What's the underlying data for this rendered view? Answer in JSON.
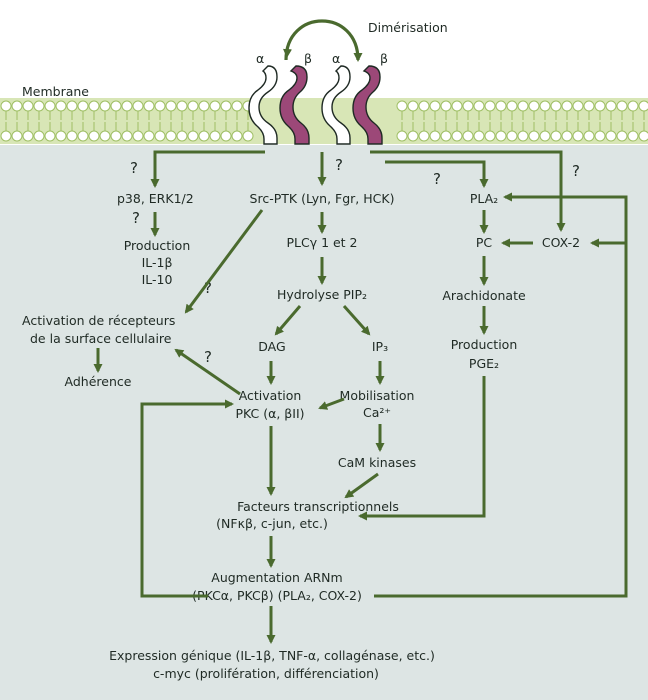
{
  "header": {
    "dimerisation": "Dimérisation",
    "membrane": "Membrane"
  },
  "receptor": {
    "alpha": "α",
    "beta": "β"
  },
  "question_mark": "?",
  "nodes": {
    "p38": "p38, ERK1/2",
    "production_l1": "Production",
    "production_l2": "IL-1β",
    "production_l3": "IL-10",
    "src": "Src-PTK (Lyn, Fgr, HCK)",
    "plcg": "PLCγ 1 et 2",
    "hydrolyse": "Hydrolyse PIP₂",
    "dag": "DAG",
    "ip3": "IP₃",
    "activation_rec_l1": "Activation de récepteurs",
    "activation_rec_l2": "de la surface cellulaire",
    "adherence": "Adhérence",
    "activation_pkc_l1": "Activation",
    "activation_pkc_l2": "PKC (α, βII)",
    "mobilisation_l1": "Mobilisation",
    "mobilisation_l2": "Ca²⁺",
    "cam": "CaM kinases",
    "pla2": "PLA₂",
    "pc": "PC",
    "cox2": "COX-2",
    "arachidonate": "Arachidonate",
    "production_pge_l1": "Production",
    "production_pge_l2": "PGE₂",
    "facteurs_l1": "Facteurs transcriptionnels",
    "facteurs_l2": "(NFκβ, c-jun, etc.)",
    "augmentation_l1": "Augmentation ARNm",
    "augmentation_l2": "(PKCα, PKCβ) (PLA₂, COX-2)",
    "expression_l1": "Expression génique (IL-1β, TNF-α, collagénase, etc.)",
    "expression_l2": "c-myc (prolifération, différenciation)"
  },
  "colors": {
    "background": "#dde5e4",
    "membrane_band": "#d8e6b6",
    "lipid_head": "#ffffff",
    "lipid_stroke": "#9fbf64",
    "arrow": "#4a6a2e",
    "beta_subunit": "#9c4878",
    "alpha_subunit": "#ffffff",
    "text": "#1f2a24"
  }
}
